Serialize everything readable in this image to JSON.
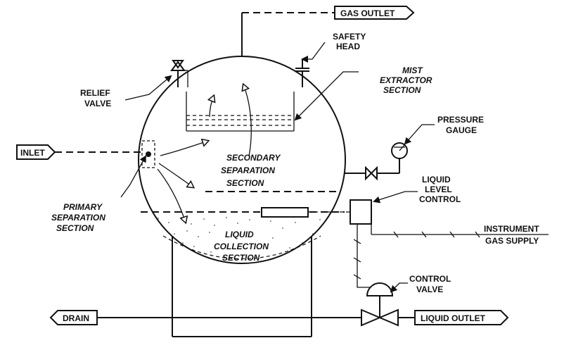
{
  "labels": {
    "gas_outlet": "GAS OUTLET",
    "safety_head_1": "SAFETY",
    "safety_head_2": "HEAD",
    "mist_1": "MIST",
    "mist_2": "EXTRACTOR",
    "mist_3": "SECTION",
    "relief_1": "RELIEF",
    "relief_2": "VALVE",
    "inlet": "INLET",
    "pressure_1": "PRESSURE",
    "pressure_2": "GAUGE",
    "secondary_1": "SECONDARY",
    "secondary_2": "SEPARATION",
    "secondary_3": "SECTION",
    "liquid_level_1": "LIQUID",
    "liquid_level_2": "LEVEL",
    "liquid_level_3": "CONTROL",
    "primary_1": "PRIMARY",
    "primary_2": "SEPARATION",
    "primary_3": "SECTION",
    "instrument_1": "INSTRUMENT",
    "instrument_2": "GAS SUPPLY",
    "liquid_coll_1": "LIQUID",
    "liquid_coll_2": "COLLECTION",
    "liquid_coll_3": "SECTION",
    "control_valve_1": "CONTROL",
    "control_valve_2": "VALVE",
    "drain": "DRAIN",
    "liquid_outlet": "LIQUID OUTLET"
  },
  "colors": {
    "ink": "#111111",
    "background": "#ffffff"
  }
}
